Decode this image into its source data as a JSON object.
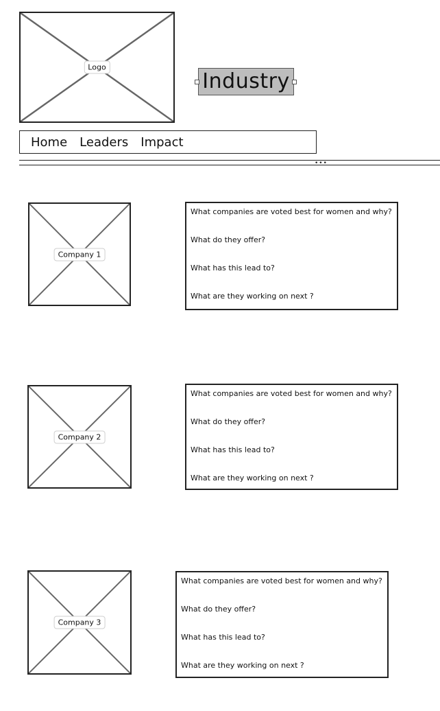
{
  "header": {
    "logo_label": "Logo",
    "title": "Industry"
  },
  "nav": {
    "items": [
      "Home",
      "Leaders",
      "Impact"
    ]
  },
  "companies": [
    {
      "label": "Company 1",
      "questions": [
        "What companies are voted best for women and why?",
        "What do they offer?",
        "What has this lead to?",
        "What are they working on next ?"
      ]
    },
    {
      "label": "Company 2",
      "questions": [
        "What companies are voted best for women and why?",
        "What do they offer?",
        "What has this lead to?",
        "What are they working on next ?"
      ]
    },
    {
      "label": "Company 3",
      "questions": [
        "What companies are voted best for women and why?",
        "What do they offer?",
        "What has this lead to?",
        "What are they working on next ?"
      ]
    }
  ]
}
